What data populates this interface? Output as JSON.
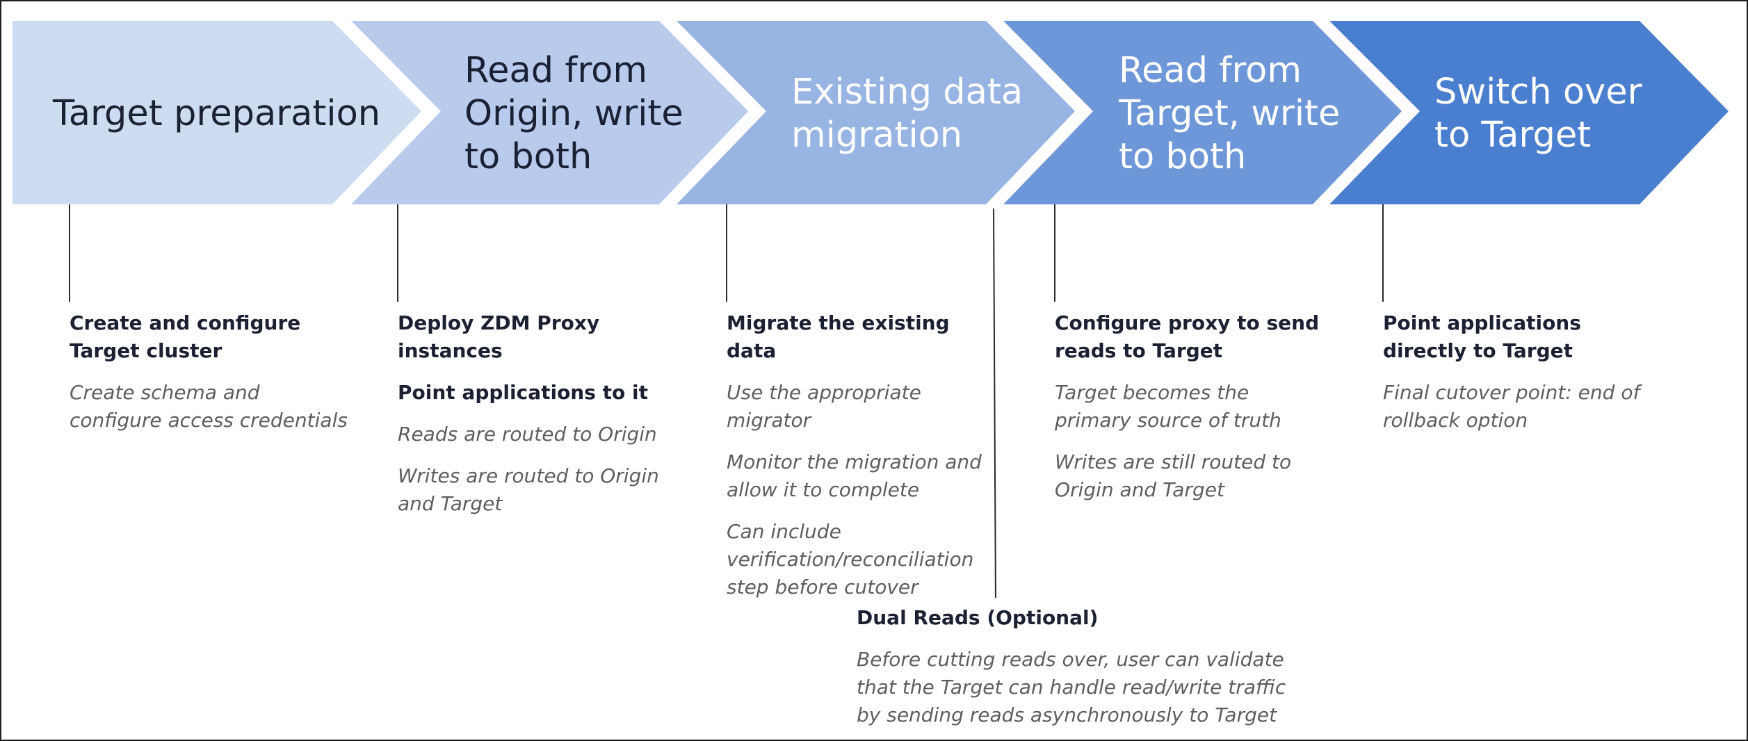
{
  "colors": {
    "phase1": "#cedcf2",
    "phase2": "#b8cbec",
    "phase3": "#98b4e3",
    "phase4": "#6d97d8",
    "phase5": "#4a7ecf",
    "dark_text": "#1b2033",
    "light_text": "#ffffff",
    "desc_text": "#5e5e5e"
  },
  "phases": [
    {
      "title": "Target preparation"
    },
    {
      "title": "Read from\nOrigin, write\nto both"
    },
    {
      "title": "Existing data\nmigration"
    },
    {
      "title": "Read from\nTarget, write\nto both"
    },
    {
      "title": "Switch over\nto Target"
    }
  ],
  "steps": [
    {
      "headings": [
        "Create and configure Target cluster"
      ],
      "descriptions": [
        "Create schema and configure access credentials"
      ]
    },
    {
      "headings": [
        "Deploy ZDM Proxy instances",
        "Point applications to it"
      ],
      "descriptions": [
        "Reads are routed to Origin",
        "Writes are routed to Origin and Target"
      ]
    },
    {
      "headings": [
        "Migrate the existing data"
      ],
      "descriptions": [
        "Use the appropriate migrator",
        "Monitor the migration and allow it to complete",
        "Can include verification/reconciliation step before cutover"
      ]
    },
    {
      "headings": [
        "Configure proxy to send reads to Target"
      ],
      "descriptions": [
        "Target becomes the primary source of truth",
        "Writes are still routed to Origin and Target"
      ]
    },
    {
      "headings": [
        "Point applications directly to Target"
      ],
      "descriptions": [
        "Final cutover point: end of rollback option"
      ]
    }
  ],
  "optional_step": {
    "heading": "Dual Reads (Optional)",
    "description": "Before cutting reads over, user can validate that the Target can handle read/write traffic by sending reads asynchronously to Target"
  }
}
